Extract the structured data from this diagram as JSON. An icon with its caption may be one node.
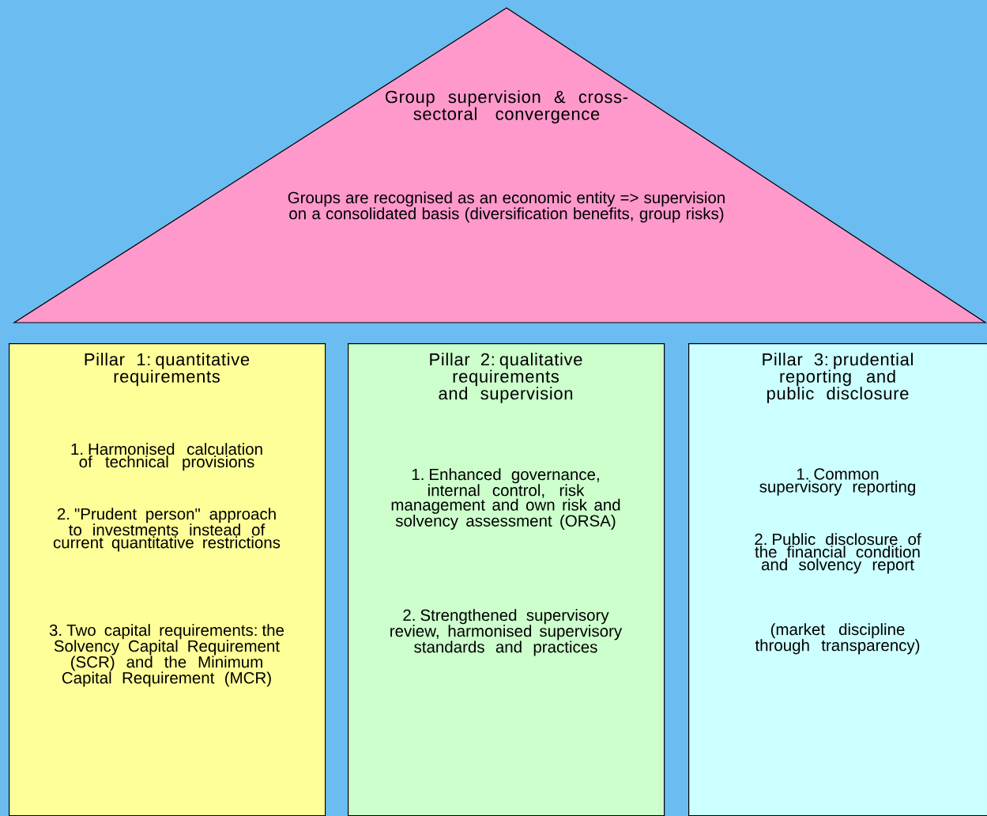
{
  "diagram": {
    "nodes": [
      {
        "text": [
          "Group supervision & cross-sectoral convergence",
          "Groups are recognised as an economic entity => supervision on a consolidated basis (diversification benefits, group risks)"
        ]
      },
      {
        "text": [
          "Pillar 1: quantitative requirements",
          "1. Harmonised calculation of technical provisions",
          "2. \"Prudent person\" approach to investments instead of current quantitative restrictions",
          "3. Two capital requirements: the Solvency Capital Requirement (SCR) and the Minimum Capital Requirement (MCR)"
        ]
      },
      {
        "text": [
          "Pillar 2: qualitative requirements and supervision",
          "1. Enhanced governance, internal control, risk management and own risk and solvency assessment (ORSA)",
          "2. Strengthened supervisory review, harmonised supervisory standards and practices"
        ]
      },
      {
        "text": [
          "Pillar 3: prudential reporting and public disclosure",
          "1. Common supervisory reporting",
          "2. Public disclosure of the financial condition and solvency report",
          "(market discipline through transparency)"
        ]
      }
    ]
  }
}
